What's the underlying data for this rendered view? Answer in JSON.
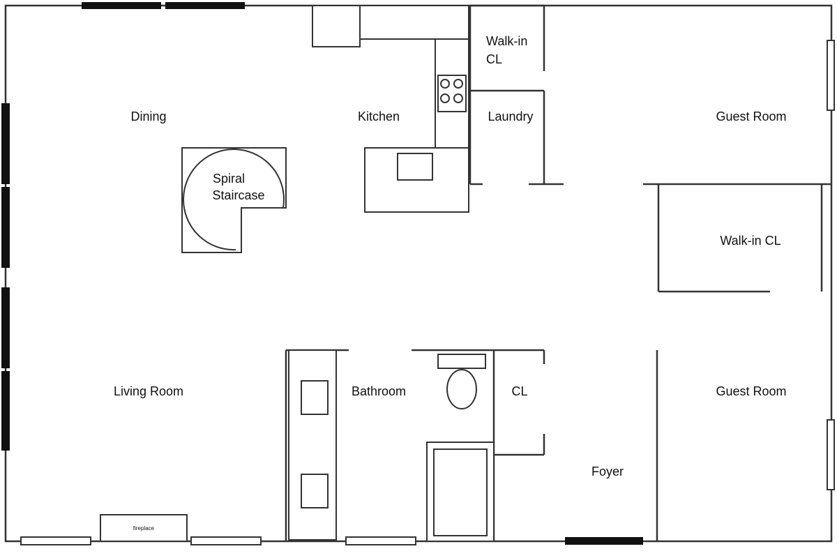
{
  "floor_plan": {
    "rooms": {
      "dining": "Dining",
      "kitchen": "Kitchen",
      "walkin_top": "Walk-in",
      "walkin_top_2": "CL",
      "laundry": "Laundry",
      "guest_room_top": "Guest Room",
      "spiral": "Spiral",
      "staircase": "Staircase",
      "walkin_right": "Walk-in CL",
      "living_room": "Living Room",
      "bathroom": "Bathroom",
      "closet": "CL",
      "guest_room_bottom": "Guest Room",
      "foyer": "Foyer",
      "fireplace": "fireplace"
    },
    "colors": {
      "wall": "#333333",
      "dark_window": "#111111",
      "background": "#ffffff"
    }
  }
}
